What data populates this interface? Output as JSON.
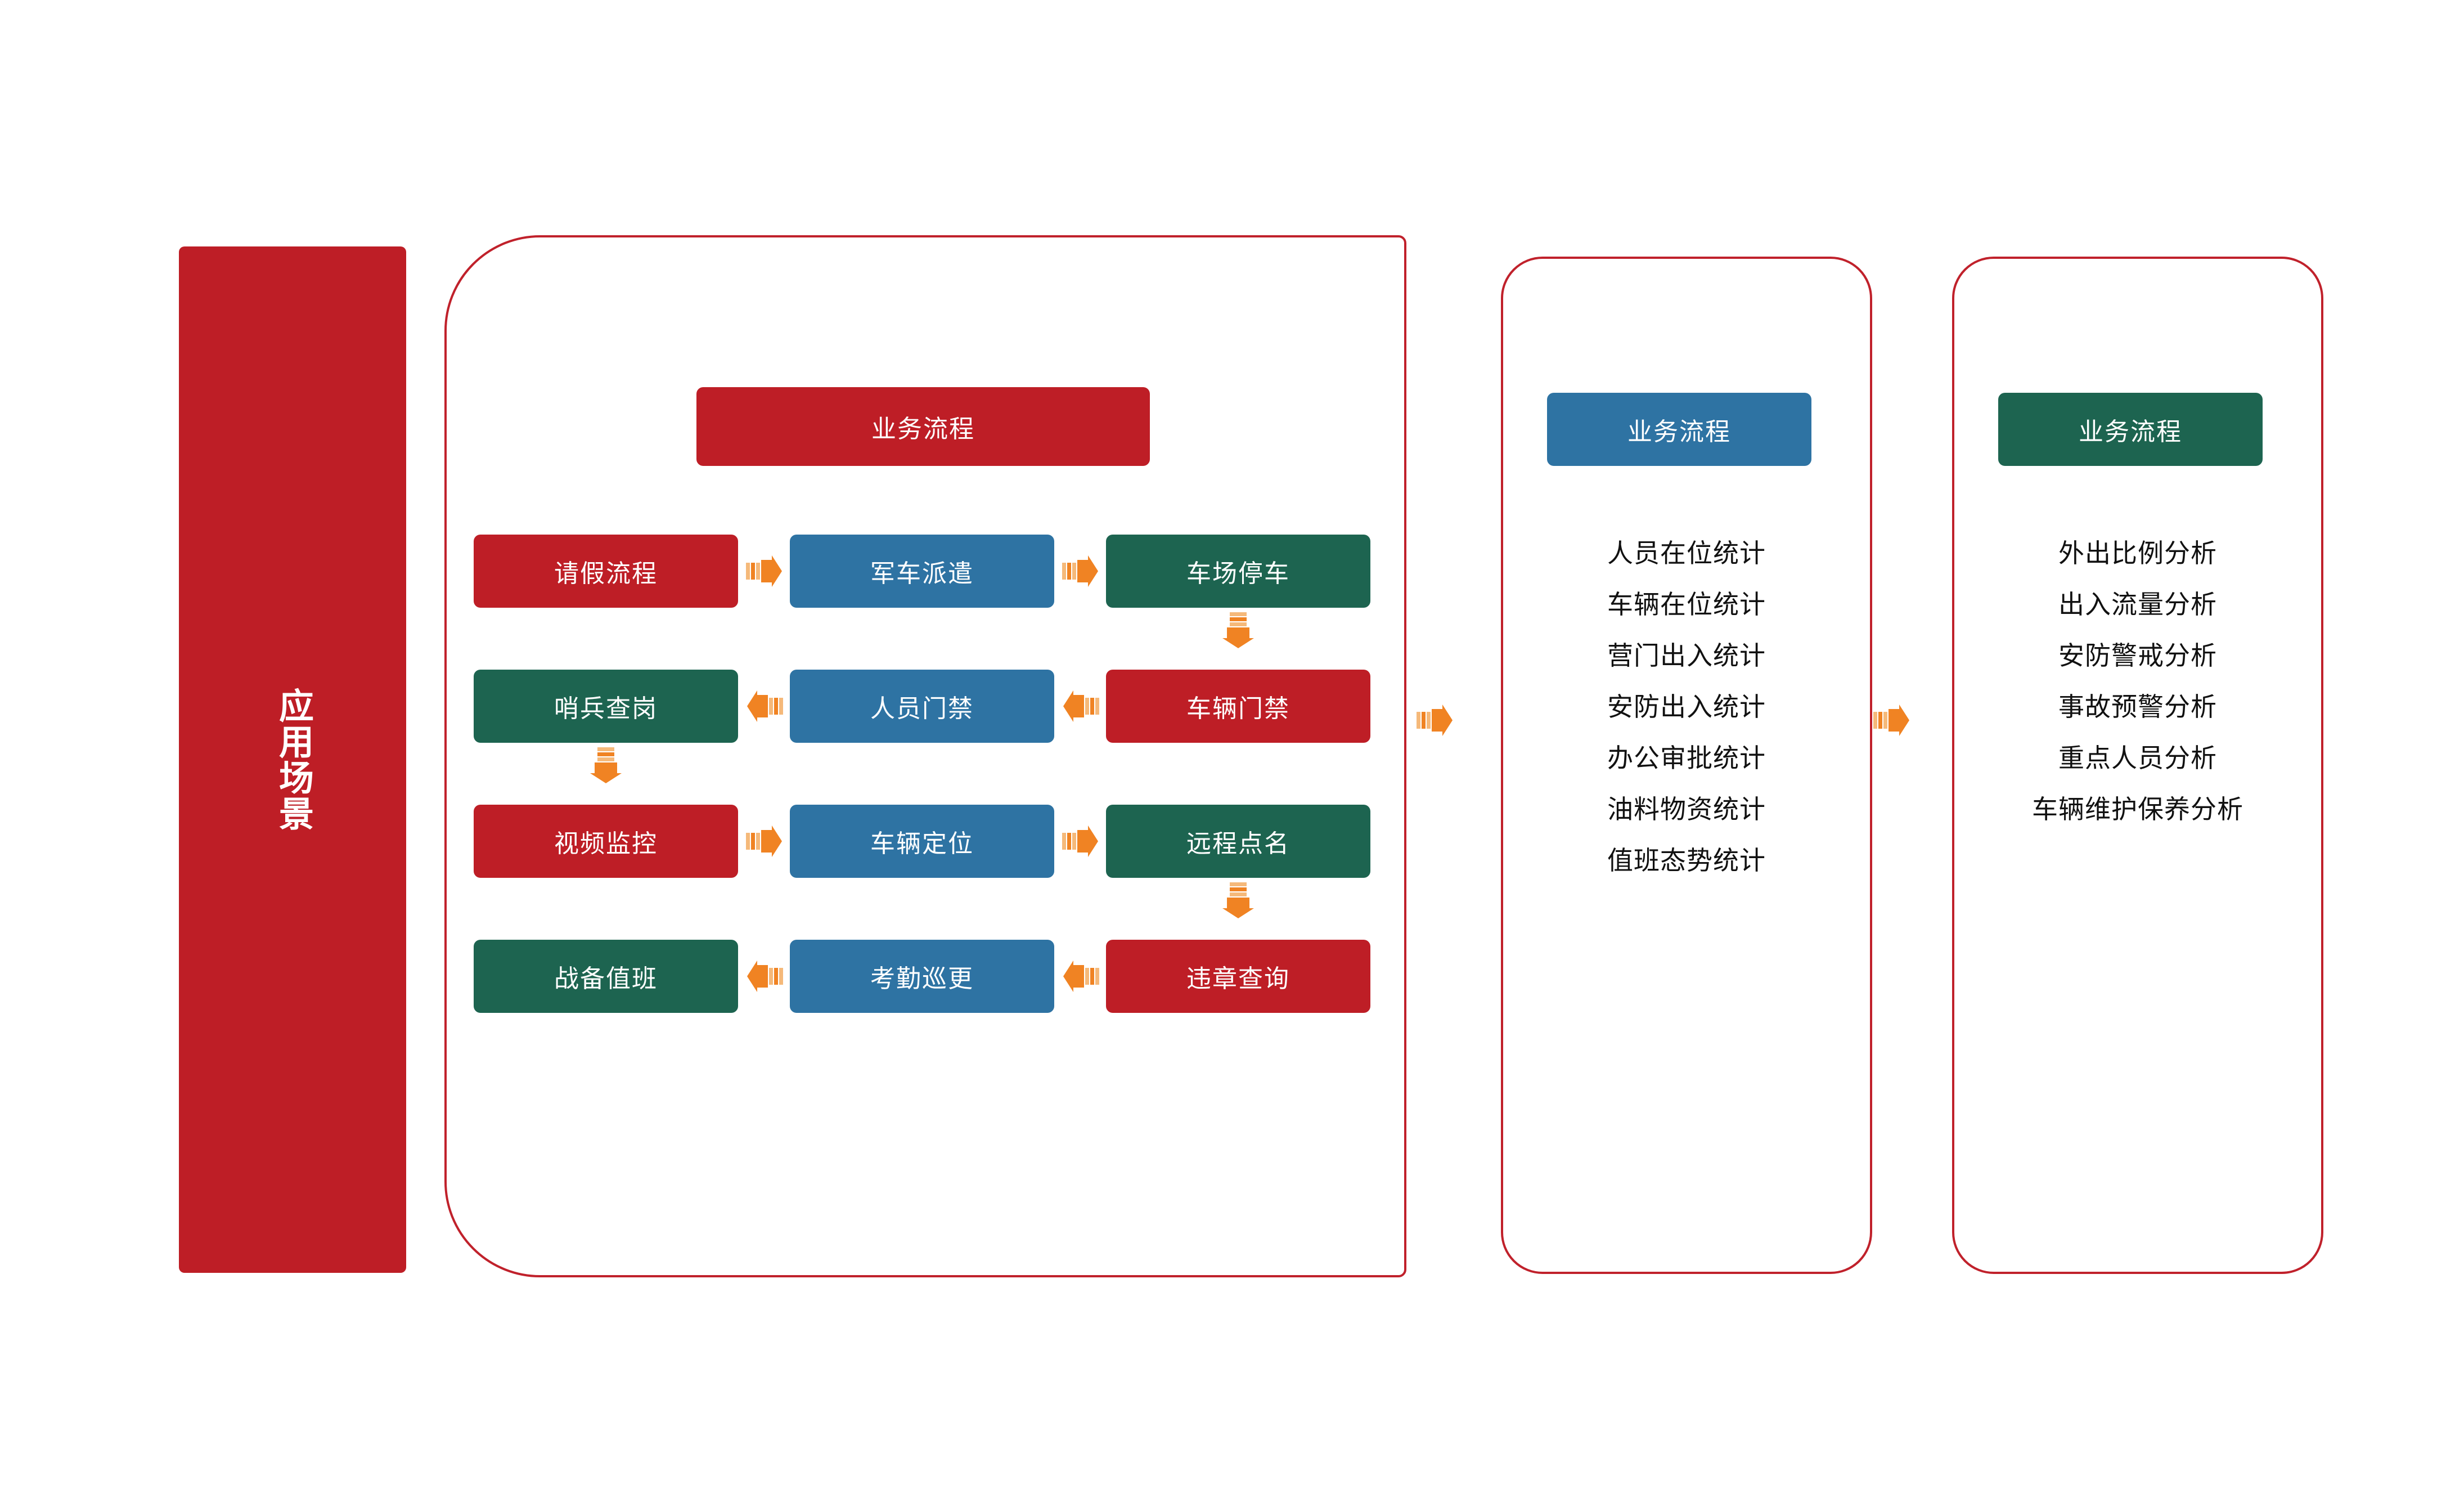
{
  "colors": {
    "red": "#BE1E26",
    "blue": "#2E73A3",
    "green": "#1D6450",
    "arrow_orange": "#F08323",
    "arrow_orange_light": "#F5B97A",
    "panel_border": "#C0212B",
    "text_light": "#FFFFFF",
    "text_dark": "#111111"
  },
  "side_banner": {
    "label": "应用场景"
  },
  "main_panel": {
    "header": "业务流程",
    "header_color": "#BE1E26",
    "rows": [
      {
        "cells": [
          {
            "label": "请假流程",
            "color": "red"
          },
          {
            "label": "军车派遣",
            "color": "blue"
          },
          {
            "label": "车场停车",
            "color": "green"
          }
        ]
      },
      {
        "cells": [
          {
            "label": "哨兵查岗",
            "color": "green"
          },
          {
            "label": "人员门禁",
            "color": "blue"
          },
          {
            "label": "车辆门禁",
            "color": "red"
          }
        ]
      },
      {
        "cells": [
          {
            "label": "视频监控",
            "color": "red"
          },
          {
            "label": "车辆定位",
            "color": "blue"
          },
          {
            "label": "远程点名",
            "color": "green"
          }
        ]
      },
      {
        "cells": [
          {
            "label": "战备值班",
            "color": "green"
          },
          {
            "label": "考勤巡更",
            "color": "blue"
          },
          {
            "label": "违章查询",
            "color": "red"
          }
        ]
      }
    ],
    "flow_directions": {
      "row_0": "right",
      "row_1": "left",
      "row_2": "right",
      "row_3": "left",
      "col_2_row_0_to_1": "down",
      "col_0_row_1_to_2": "down",
      "col_2_row_2_to_3": "down"
    }
  },
  "middle_panel": {
    "header": "业务流程",
    "header_color": "#2E73A3",
    "items": [
      "人员在位统计",
      "车辆在位统计",
      "营门出入统计",
      "安防出入统计",
      "办公审批统计",
      "油料物资统计",
      "值班态势统计"
    ]
  },
  "right_panel": {
    "header": "业务流程",
    "header_color": "#1D6450",
    "items": [
      "外出比例分析",
      "出入流量分析",
      "安防警戒分析",
      "事故预警分析",
      "重点人员分析",
      "车辆维护保养分析"
    ]
  },
  "connectors": {
    "main_to_middle": "arrow-right",
    "middle_to_right": "arrow-right"
  }
}
